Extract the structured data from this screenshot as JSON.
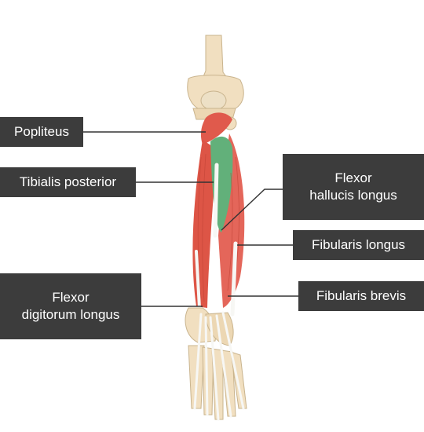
{
  "labels": {
    "popliteus": "Popliteus",
    "tibialis_posterior": "Tibialis posterior",
    "flexor_hallucis_longus": [
      "Flexor",
      "hallucis longus"
    ],
    "fibularis_longus": "Fibularis longus",
    "flexor_digitorum_longus": [
      "Flexor",
      "digitorum longus"
    ],
    "fibularis_brevis": "Fibularis brevis"
  },
  "colors": {
    "label_background": "#3c3c3c",
    "label_text": "#ffffff",
    "muscle_red": "#e05a4c",
    "muscle_green": "#62b07a",
    "bone": "#f1dfc0",
    "tendon": "#f7f7f4",
    "leader_line": "#333333"
  }
}
